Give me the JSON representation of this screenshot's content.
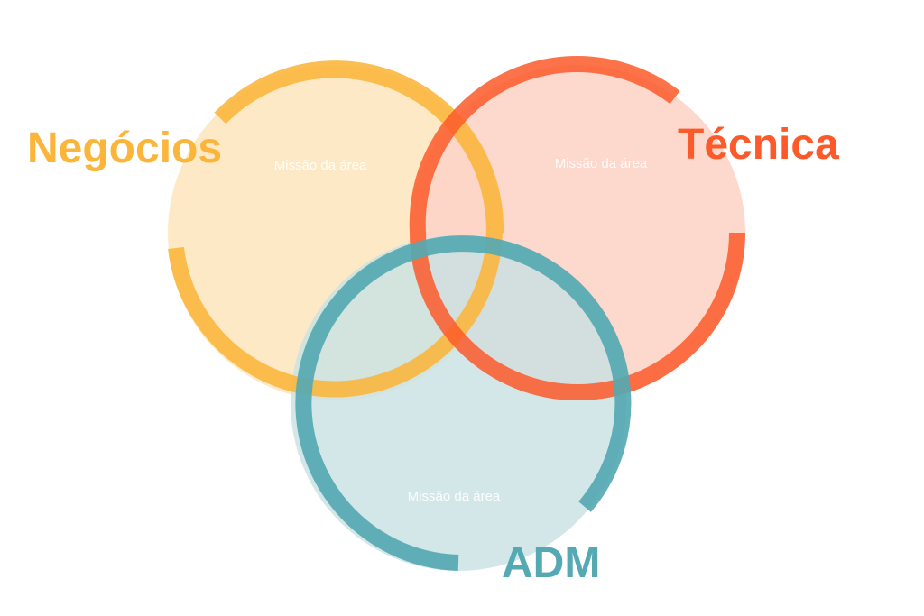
{
  "diagram": {
    "type": "venn",
    "circles": [
      {
        "id": "negocios",
        "label": "Negócios",
        "mission": "Missão da área",
        "ring_color": "#FBB53A",
        "fill_color": "#FDE8C2"
      },
      {
        "id": "tecnica",
        "label": "Técnica",
        "mission": "Missão da área",
        "ring_color": "#FC5A2A",
        "fill_color": "#FDD4C7"
      },
      {
        "id": "adm",
        "label": "ADM",
        "mission": "Missão da área",
        "ring_color": "#55A9B2",
        "fill_color": "#C8E1E4"
      }
    ]
  }
}
